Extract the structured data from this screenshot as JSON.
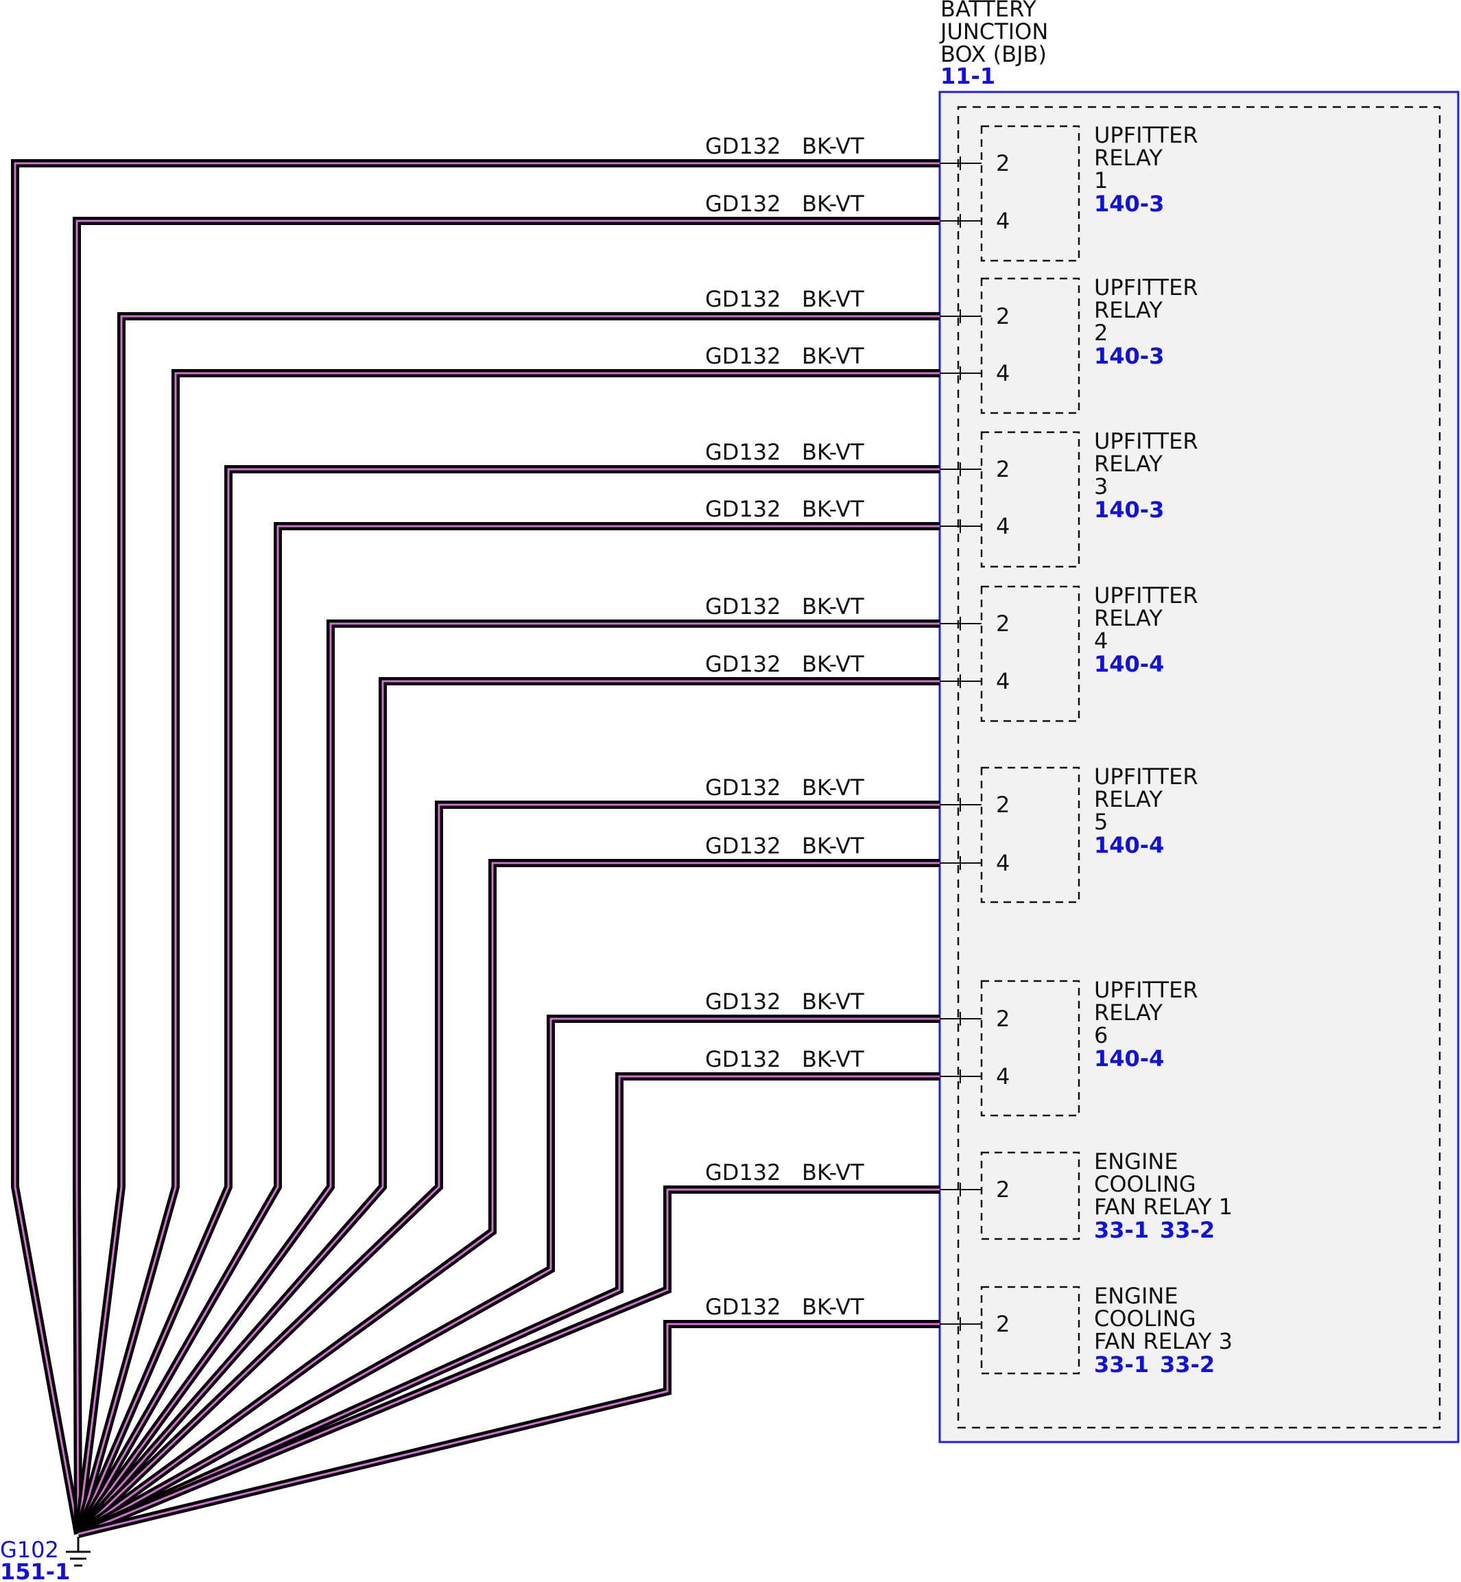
{
  "bjb": {
    "title_lines": [
      "BATTERY",
      "JUNCTION",
      "BOX (BJB)"
    ],
    "ref": "11-1"
  },
  "ground": {
    "name": "G102",
    "ref": "151-1"
  },
  "wire": {
    "circuit": "GD132",
    "color_code": "BK-VT"
  },
  "colors": {
    "wire_outer": "#000000",
    "wire_stripe": "#d070d0",
    "box_border": "#2020e0",
    "box_fill": "#f2f2f2",
    "ref_text": "#1010e0"
  },
  "components": [
    {
      "lines": [
        "UPFITTER",
        "RELAY",
        "1"
      ],
      "refs": [
        "140-3"
      ],
      "pins": [
        "2",
        "4"
      ]
    },
    {
      "lines": [
        "UPFITTER",
        "RELAY",
        "2"
      ],
      "refs": [
        "140-3"
      ],
      "pins": [
        "2",
        "4"
      ]
    },
    {
      "lines": [
        "UPFITTER",
        "RELAY",
        "3"
      ],
      "refs": [
        "140-3"
      ],
      "pins": [
        "2",
        "4"
      ]
    },
    {
      "lines": [
        "UPFITTER",
        "RELAY",
        "4"
      ],
      "refs": [
        "140-4"
      ],
      "pins": [
        "2",
        "4"
      ]
    },
    {
      "lines": [
        "UPFITTER",
        "RELAY",
        "5"
      ],
      "refs": [
        "140-4"
      ],
      "pins": [
        "2",
        "4"
      ]
    },
    {
      "lines": [
        "UPFITTER",
        "RELAY",
        "6"
      ],
      "refs": [
        "140-4"
      ],
      "pins": [
        "2",
        "4"
      ]
    },
    {
      "lines": [
        "ENGINE",
        "COOLING",
        "FAN RELAY 1"
      ],
      "refs": [
        "33-1",
        "33-2"
      ],
      "pins": [
        "2"
      ]
    },
    {
      "lines": [
        "ENGINE",
        "COOLING",
        "FAN RELAY 3"
      ],
      "refs": [
        "33-1",
        "33-2"
      ],
      "pins": [
        "2"
      ]
    }
  ]
}
